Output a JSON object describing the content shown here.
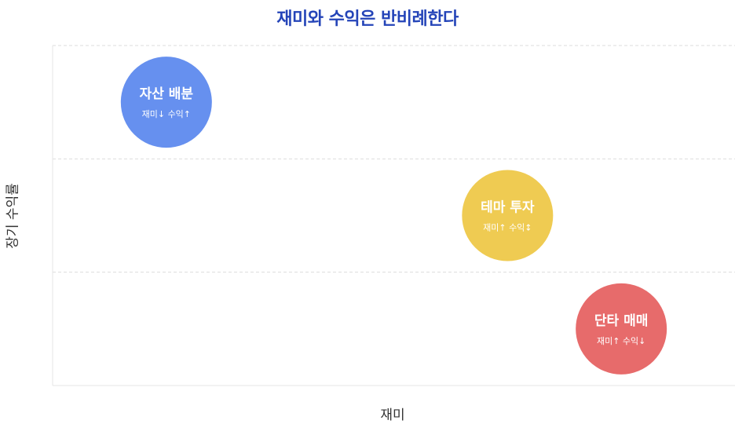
{
  "chart_data": {
    "type": "bubble",
    "title": "재미와 수익은 반비례한다",
    "xlabel": "재미",
    "ylabel": "장기 수익률",
    "xlim": [
      0,
      6
    ],
    "ylim": [
      0,
      3
    ],
    "grid": true,
    "series": [
      {
        "label": "자산 배분",
        "sublabel": "재미↓ 수익↑",
        "x": 1,
        "y": 2.5,
        "color": "#6690ef"
      },
      {
        "label": "테마 투자",
        "sublabel": "재미↑ 수익↕",
        "x": 4,
        "y": 1.5,
        "color": "#efcb52"
      },
      {
        "label": "단타 매매",
        "sublabel": "재미↑ 수익↓",
        "x": 5,
        "y": 0.5,
        "color": "#e76b6b"
      }
    ]
  }
}
